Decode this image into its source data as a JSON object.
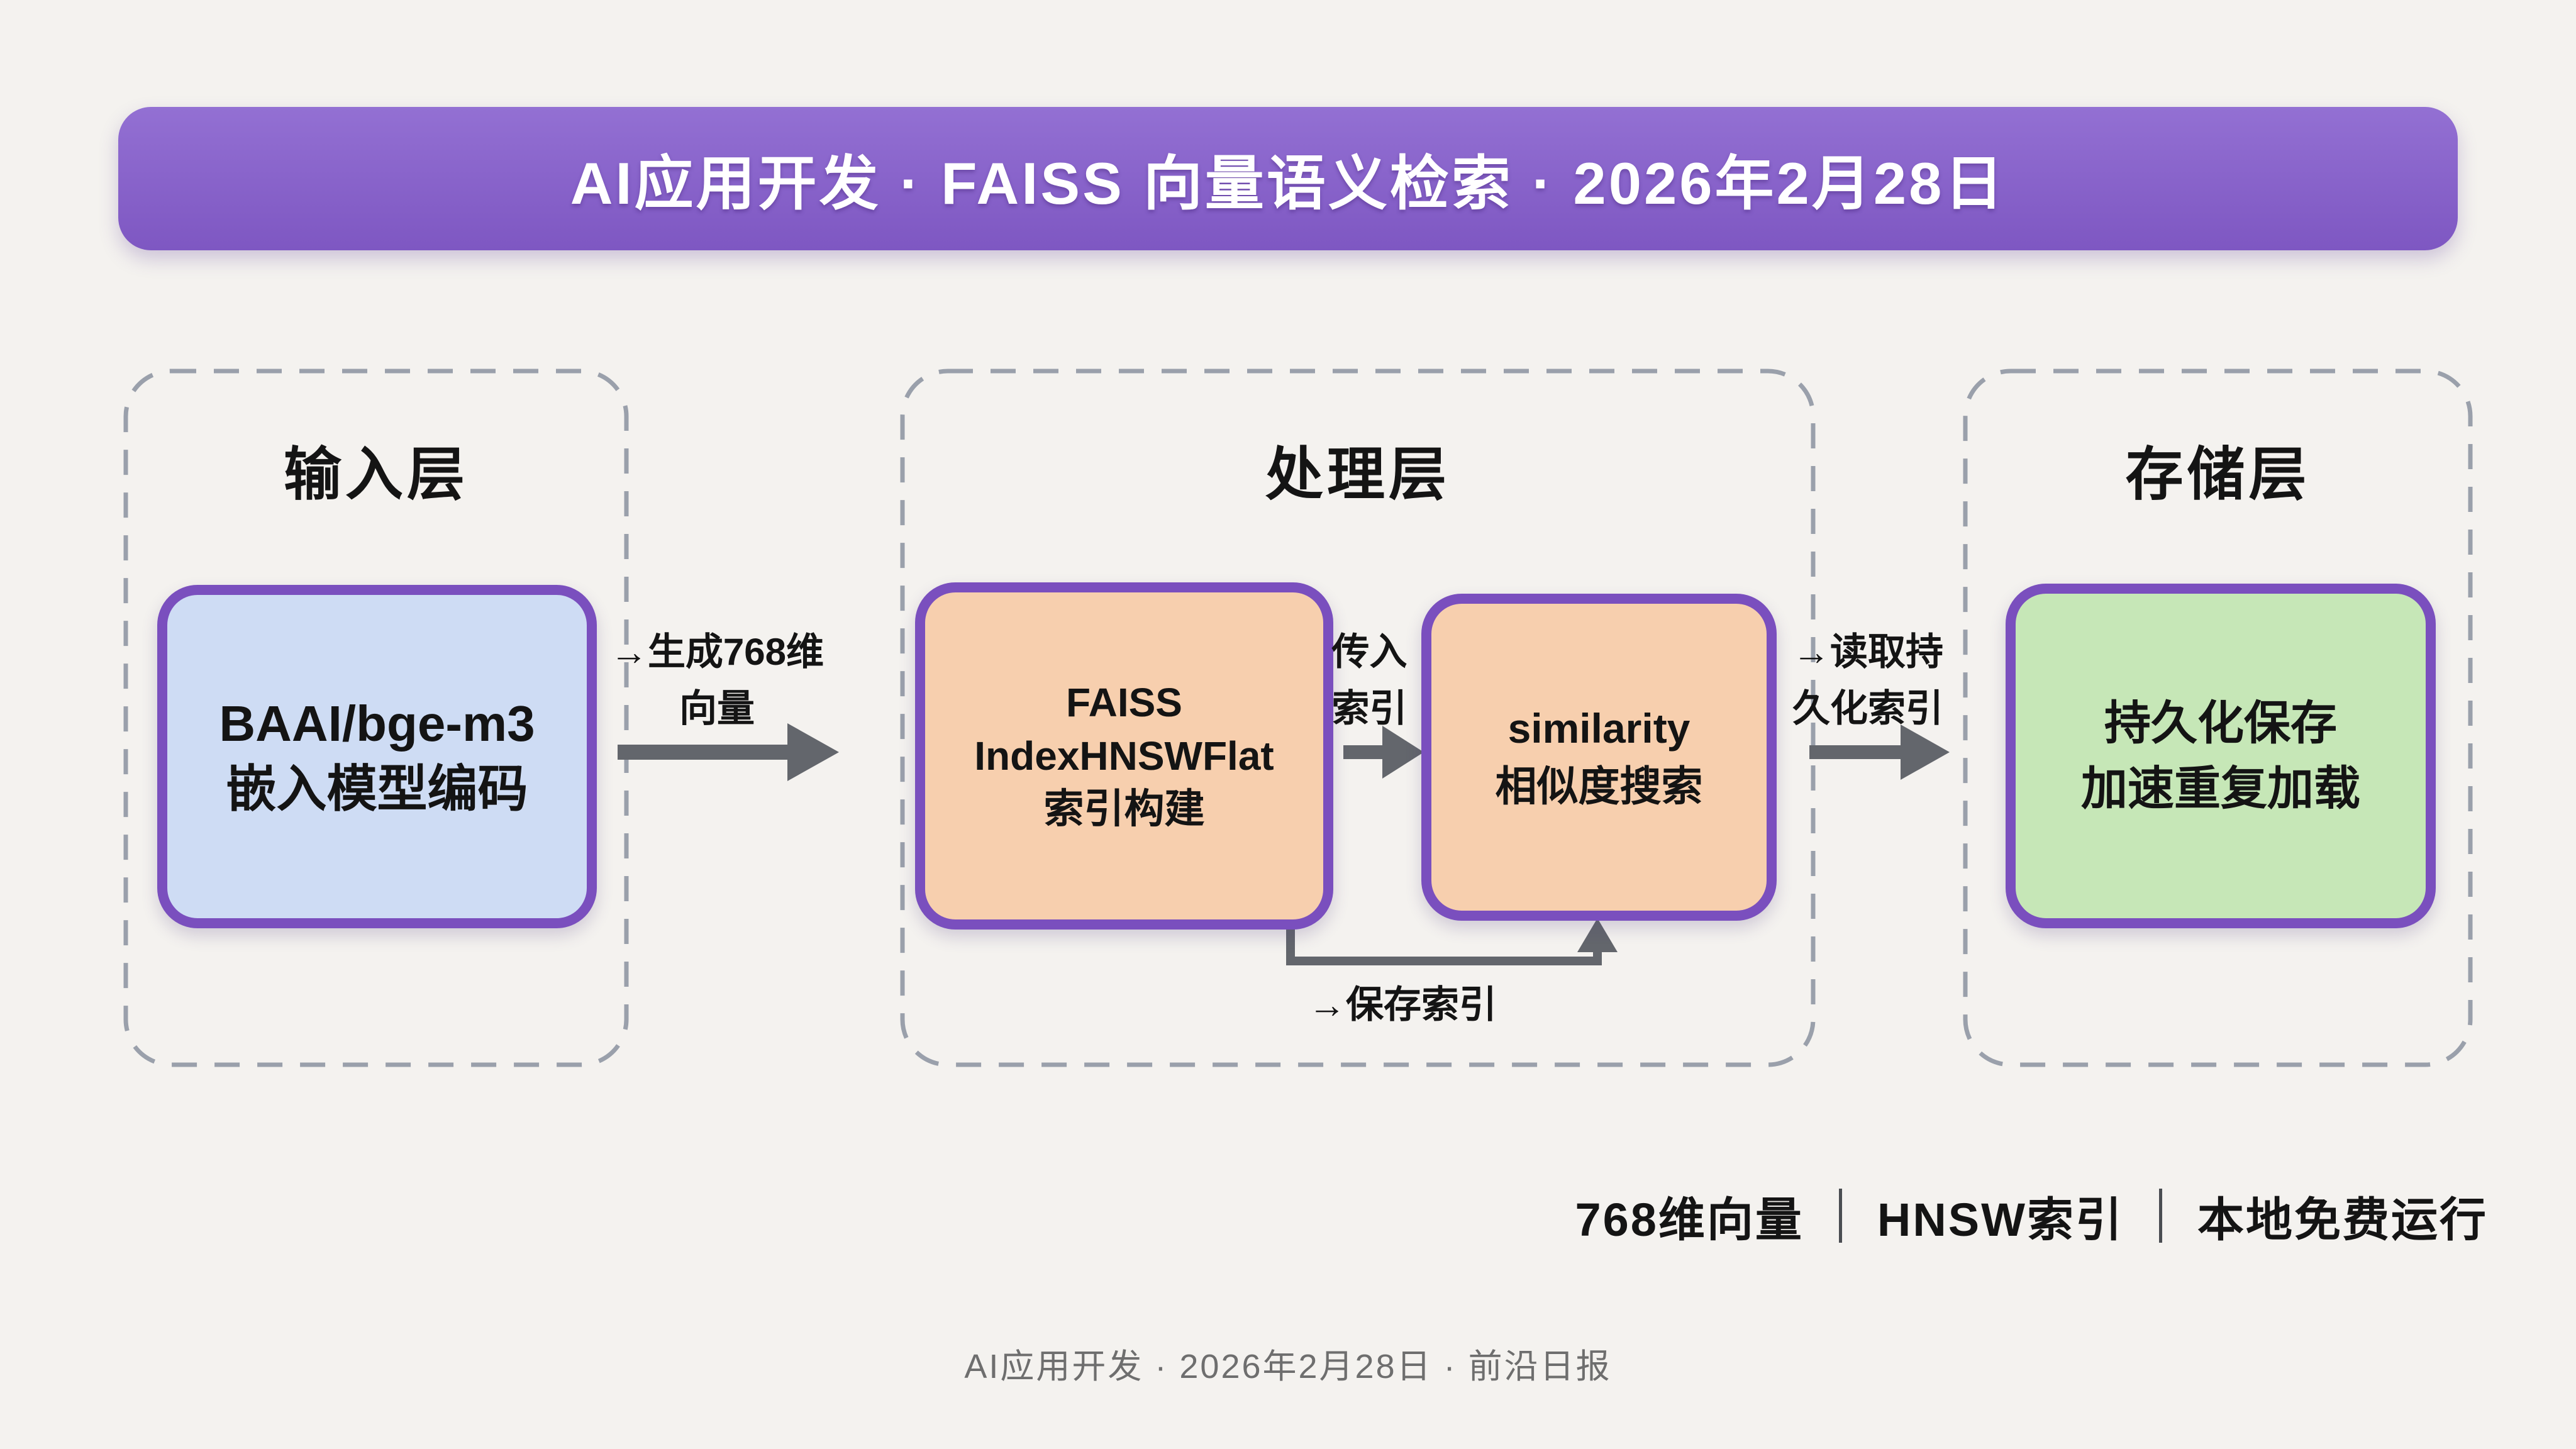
{
  "banner": {
    "title": "AI应用开发 · FAISS 向量语义检索 · 2026年2月28日"
  },
  "layers": [
    {
      "title": "输入层",
      "node": {
        "lines": [
          "BAAI/bge-m3",
          "嵌入模型编码"
        ]
      }
    },
    {
      "title": "处理层",
      "nodes": [
        {
          "lines": [
            "FAISS",
            "IndexHNSWFlat",
            "索引构建"
          ]
        },
        {
          "lines": [
            "similarity",
            "相似度搜索"
          ]
        }
      ]
    },
    {
      "title": "存储层",
      "node": {
        "lines": [
          "持久化保存",
          "加速重复加载"
        ]
      }
    }
  ],
  "edges": [
    {
      "name": "encode-to-index",
      "label_lines": [
        "→生成768维",
        "向量"
      ]
    },
    {
      "name": "index-to-search",
      "label_lines": [
        "传入",
        "索引"
      ]
    },
    {
      "name": "search-to-storage",
      "label_lines": [
        "→读取持",
        "久化索引"
      ]
    },
    {
      "name": "save-index-loop",
      "label_lines": [
        "→保存索引"
      ]
    }
  ],
  "stats": {
    "items": [
      "768维向量",
      "HNSW索引",
      "本地免费运行"
    ]
  },
  "footer": {
    "text": "AI应用开发 · 2026年2月28日 · 前沿日报"
  },
  "colors": {
    "page-bg": "#f4f2ef",
    "banner-grad-top": "#9370d3",
    "banner-grad-bottom": "#7e57c2",
    "banner-text": "#ffffff",
    "section-dash": "#9aa0ab",
    "node-border": "#7a4fbe",
    "node-blue": "#cedcf4",
    "node-orange": "#f7cfae",
    "node-green": "#c6e7b7",
    "arrow": "#63666c",
    "text-dark": "#141414",
    "footer-text": "#6e6e6e"
  }
}
